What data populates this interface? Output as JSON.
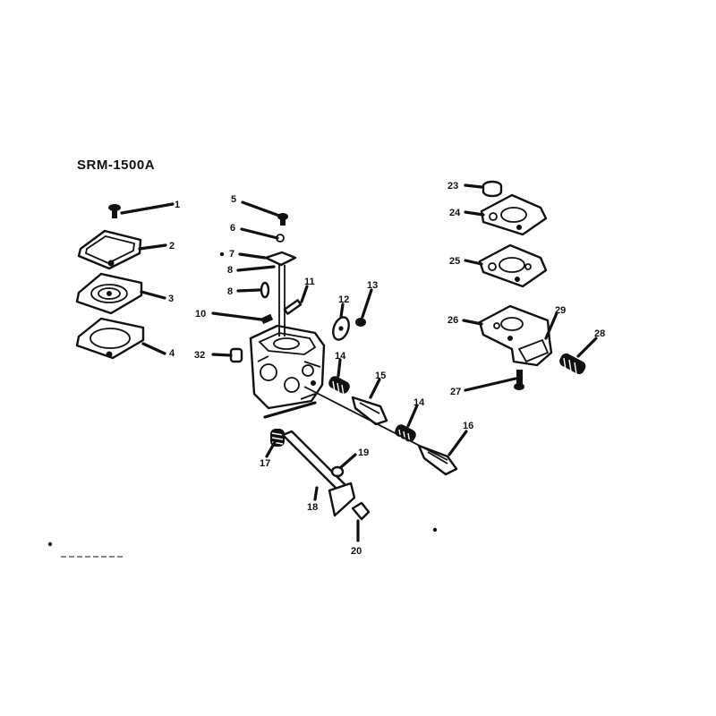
{
  "title": "SRM-1500A",
  "callouts": [
    {
      "id": "1",
      "label": "1"
    },
    {
      "id": "2",
      "label": "2"
    },
    {
      "id": "3",
      "label": "3"
    },
    {
      "id": "4",
      "label": "4"
    },
    {
      "id": "5",
      "label": "5"
    },
    {
      "id": "6",
      "label": "6"
    },
    {
      "id": "7",
      "label": "7"
    },
    {
      "id": "8a",
      "label": "8"
    },
    {
      "id": "8b",
      "label": "8"
    },
    {
      "id": "10",
      "label": "10"
    },
    {
      "id": "11",
      "label": "11"
    },
    {
      "id": "12a",
      "label": "12"
    },
    {
      "id": "13",
      "label": "13"
    },
    {
      "id": "32",
      "label": "32"
    },
    {
      "id": "14a",
      "label": "14"
    },
    {
      "id": "15",
      "label": "15"
    },
    {
      "id": "14b",
      "label": "14"
    },
    {
      "id": "16",
      "label": "16"
    },
    {
      "id": "17",
      "label": "17"
    },
    {
      "id": "18",
      "label": "18"
    },
    {
      "id": "19",
      "label": "19"
    },
    {
      "id": "20",
      "label": "20"
    },
    {
      "id": "23a",
      "label": "23"
    },
    {
      "id": "24",
      "label": "24"
    },
    {
      "id": "25",
      "label": "25"
    },
    {
      "id": "26",
      "label": "26"
    },
    {
      "id": "29",
      "label": "29"
    },
    {
      "id": "28",
      "label": "28"
    },
    {
      "id": "27",
      "label": "27"
    }
  ]
}
